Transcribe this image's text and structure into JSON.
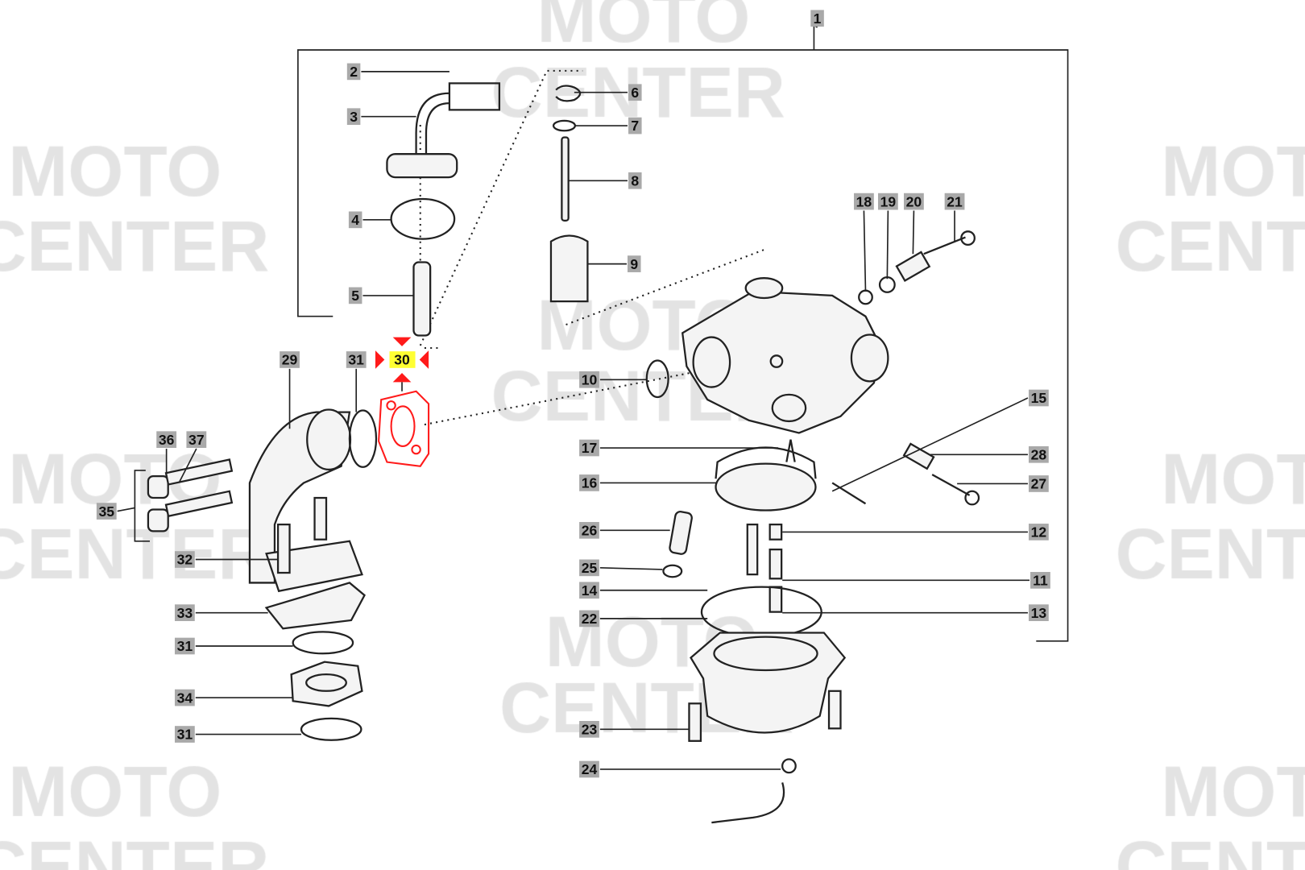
{
  "watermark": {
    "line1": "MOTO",
    "line2": "CENTER"
  },
  "highlight": {
    "label": "30",
    "color": "#ff1a1a",
    "label_bg": "#ffff33"
  },
  "callouts": [
    {
      "label": "1"
    },
    {
      "label": "2"
    },
    {
      "label": "3"
    },
    {
      "label": "4"
    },
    {
      "label": "5"
    },
    {
      "label": "6"
    },
    {
      "label": "7"
    },
    {
      "label": "8"
    },
    {
      "label": "9"
    },
    {
      "label": "10"
    },
    {
      "label": "15"
    },
    {
      "label": "17"
    },
    {
      "label": "16"
    },
    {
      "label": "28"
    },
    {
      "label": "27"
    },
    {
      "label": "26"
    },
    {
      "label": "12"
    },
    {
      "label": "25"
    },
    {
      "label": "14"
    },
    {
      "label": "11"
    },
    {
      "label": "22"
    },
    {
      "label": "13"
    },
    {
      "label": "23"
    },
    {
      "label": "24"
    },
    {
      "label": "29"
    },
    {
      "label": "31"
    },
    {
      "label": "36"
    },
    {
      "label": "37"
    },
    {
      "label": "35"
    },
    {
      "label": "32"
    },
    {
      "label": "33"
    },
    {
      "label": "31"
    },
    {
      "label": "34"
    },
    {
      "label": "31"
    },
    {
      "label": "18"
    },
    {
      "label": "19"
    },
    {
      "label": "20"
    },
    {
      "label": "21"
    }
  ]
}
